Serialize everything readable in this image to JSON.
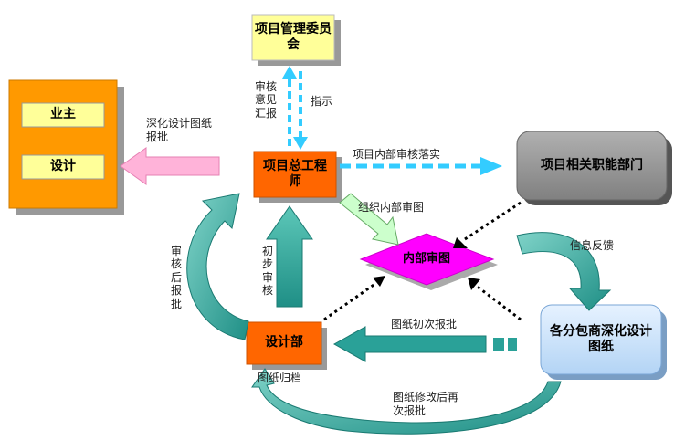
{
  "nodes": {
    "committee": "项目管理委员会",
    "owner": "业主",
    "design": "设计",
    "chief_engineer": "项目总工程师",
    "related_depts": "项目相关职能部门",
    "internal_review": "内部审图",
    "subcontractors": "各分包商深化设计图纸",
    "design_dept": "设计部"
  },
  "labels": {
    "review_report": "审核意见汇报",
    "instruct": "指示",
    "deepen_submit": "深化设计图纸报批",
    "internal_implement": "项目内部审核落实",
    "organize_review": "组织内部审图",
    "feedback": "信息反馈",
    "review_then_submit": "审核后报批",
    "preliminary_review": "初步审核",
    "first_submit": "图纸初次报批",
    "archive": "图纸归档",
    "revise_resubmit": "图纸修改后再次报批"
  },
  "colors": {
    "yellow_box": "#ffff99",
    "orange_panel": "#ff9900",
    "orange_box": "#ff6600",
    "gray_box": "#999999",
    "magenta": "#ff00ff",
    "blue_box": "#cce5ff",
    "teal_arrow": "#2aa198",
    "light_green_arrow": "#ccffcc",
    "pink_arrow": "#ffb3d9",
    "cyan_dashed": "#33ccff"
  }
}
